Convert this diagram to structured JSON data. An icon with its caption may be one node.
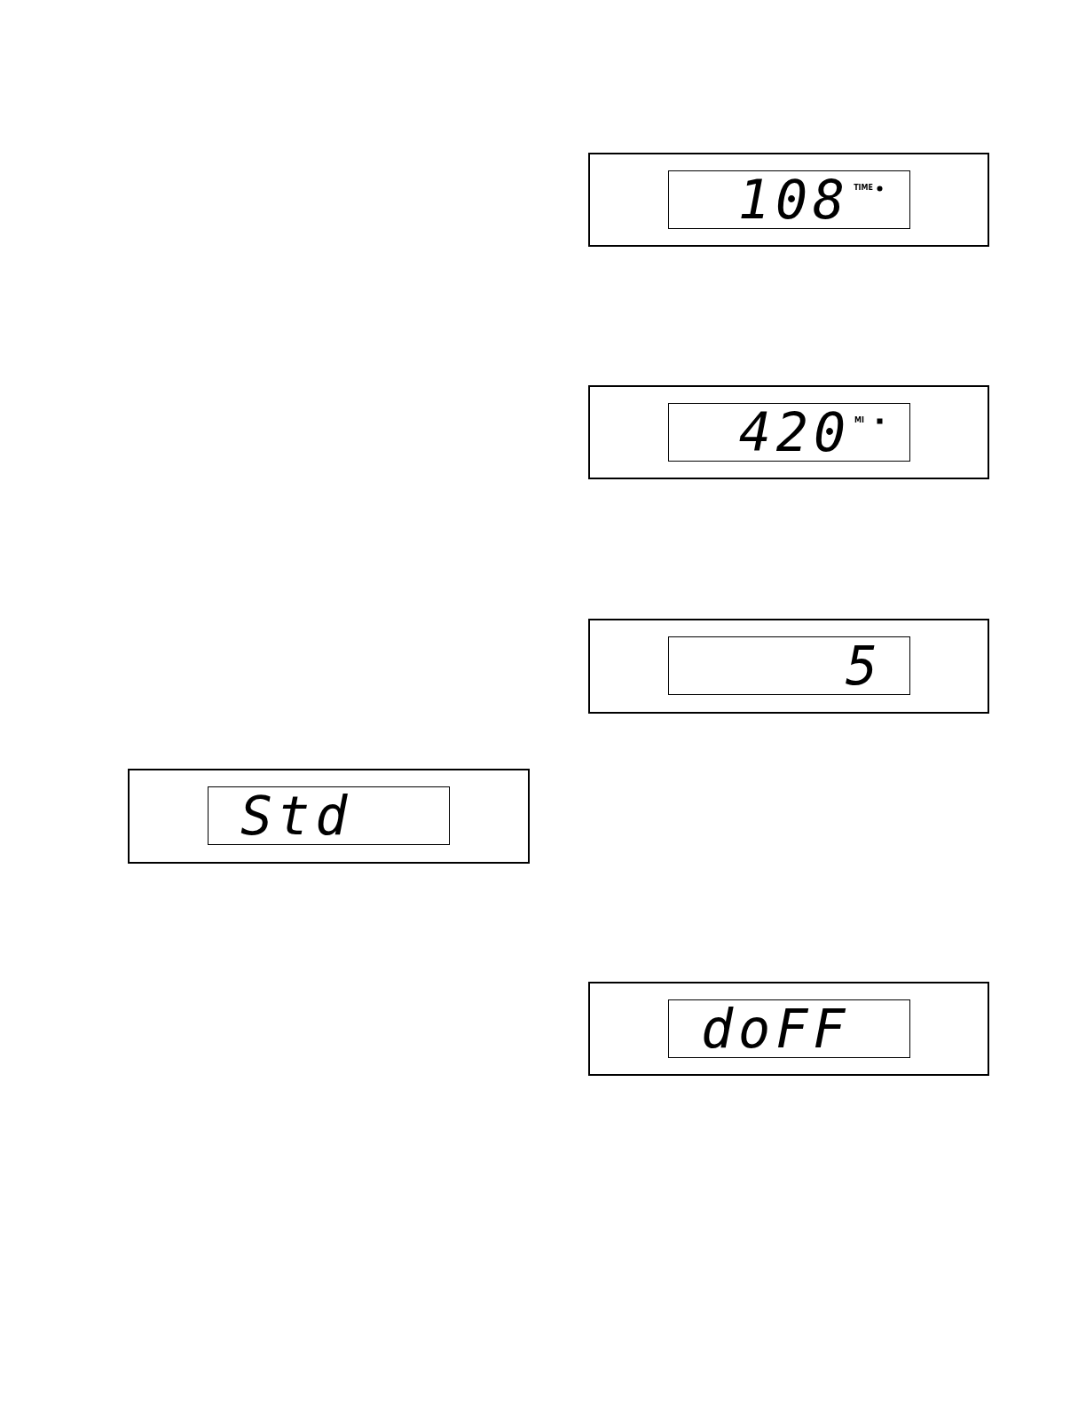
{
  "diagram": {
    "nodes": [
      {
        "text": [],
        "shape": "box"
      },
      {
        "text": [
          "108",
          "TIME"
        ],
        "in": 0
      },
      {
        "text": [],
        "shape": "box"
      },
      {
        "text": [
          "420",
          "MI"
        ],
        "in": 2
      },
      {
        "text": [],
        "shape": "box"
      },
      {
        "text": [
          "5"
        ],
        "in": 4
      },
      {
        "text": [],
        "shape": "box"
      },
      {
        "text": [
          "Std"
        ],
        "in": 6
      },
      {
        "text": [],
        "shape": "box"
      },
      {
        "text": [
          "doFF"
        ],
        "in": 8
      }
    ]
  }
}
